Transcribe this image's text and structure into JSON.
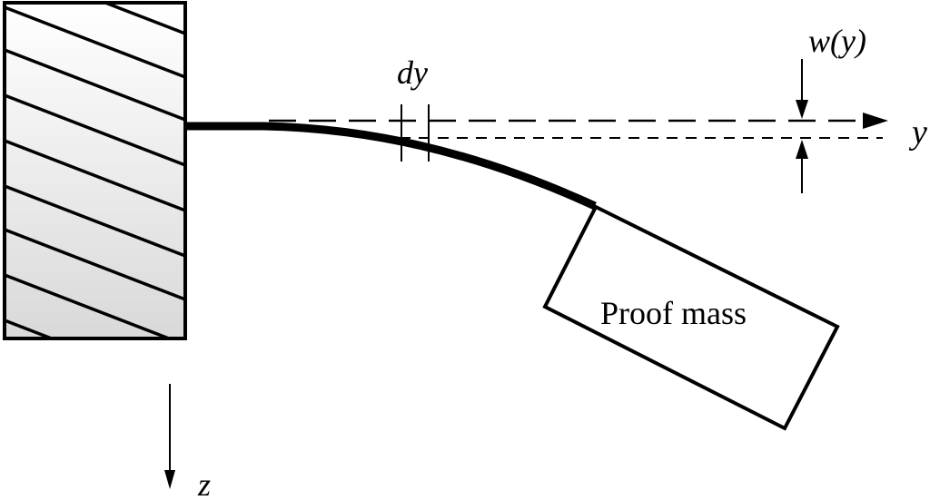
{
  "labels": {
    "dy": "dy",
    "w_of_y": "w(y)",
    "y_axis": "y",
    "z_axis": "z",
    "proof_mass": "Proof mass"
  }
}
